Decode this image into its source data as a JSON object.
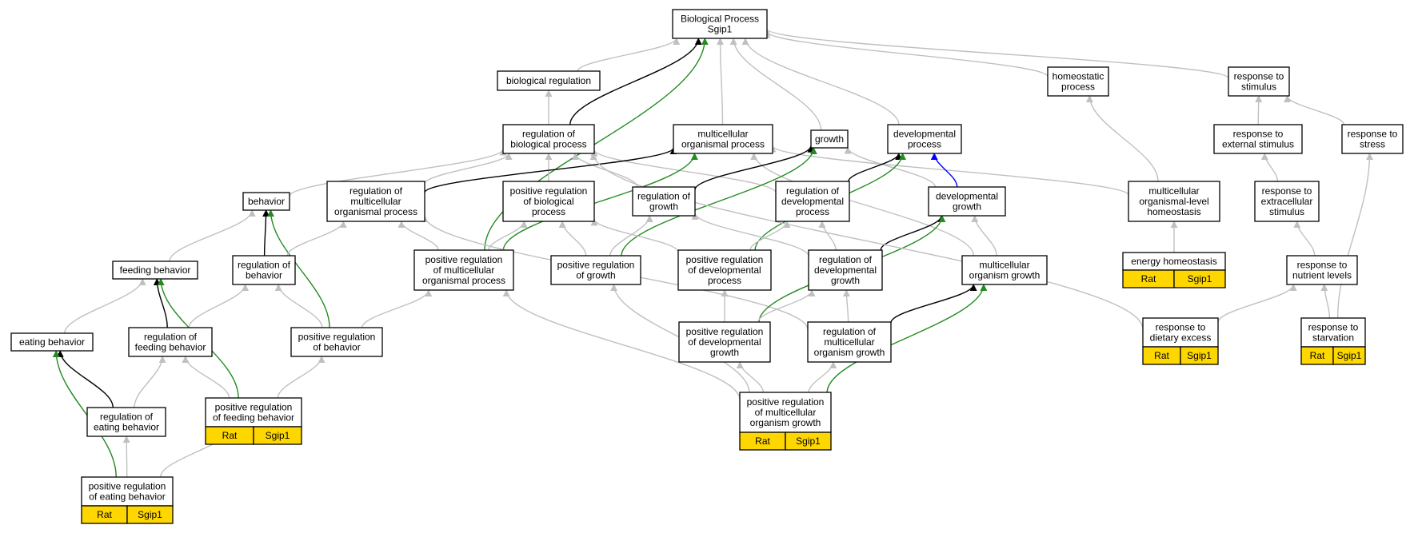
{
  "colors": {
    "grey": "#c0c0c0",
    "black": "#000000",
    "green": "#228b22",
    "blue": "#0000ff",
    "annotation_fill": "#ffd700"
  },
  "nodes": {
    "bp": {
      "lines": [
        "Biological Process",
        "Sgip1"
      ]
    },
    "br": {
      "lines": [
        "biological regulation"
      ]
    },
    "rbp": {
      "lines": [
        "regulation of",
        "biological process"
      ]
    },
    "mop": {
      "lines": [
        "multicellular",
        "organismal process"
      ]
    },
    "gro": {
      "lines": [
        "growth"
      ]
    },
    "dp": {
      "lines": [
        "developmental",
        "process"
      ]
    },
    "hp": {
      "lines": [
        "homeostatic",
        "process"
      ]
    },
    "rts": {
      "lines": [
        "response to",
        "stimulus"
      ]
    },
    "res": {
      "lines": [
        "response to",
        "external stimulus"
      ]
    },
    "rst": {
      "lines": [
        "response to",
        "stress"
      ]
    },
    "beh": {
      "lines": [
        "behavior"
      ]
    },
    "rmop": {
      "lines": [
        "regulation of",
        "multicellular",
        "organismal process"
      ]
    },
    "prbp": {
      "lines": [
        "positive regulation",
        "of biological",
        "process"
      ]
    },
    "rg": {
      "lines": [
        "regulation of",
        "growth"
      ]
    },
    "rdp": {
      "lines": [
        "regulation of",
        "developmental",
        "process"
      ]
    },
    "dg": {
      "lines": [
        "developmental",
        "growth"
      ]
    },
    "mlh": {
      "lines": [
        "multicellular",
        "organismal-level",
        "homeostasis"
      ]
    },
    "rexs": {
      "lines": [
        "response to",
        "extracellular",
        "stimulus"
      ]
    },
    "fb": {
      "lines": [
        "feeding behavior"
      ]
    },
    "rob": {
      "lines": [
        "regulation of",
        "behavior"
      ]
    },
    "prmop": {
      "lines": [
        "positive regulation",
        "of multicellular",
        "organismal process"
      ]
    },
    "prg": {
      "lines": [
        "positive regulation",
        "of growth"
      ]
    },
    "prdp": {
      "lines": [
        "positive regulation",
        "of developmental",
        "process"
      ]
    },
    "rdg": {
      "lines": [
        "regulation of",
        "developmental",
        "growth"
      ]
    },
    "mog": {
      "lines": [
        "multicellular",
        "organism growth"
      ]
    },
    "eh": {
      "lines": [
        "energy homeostasis"
      ],
      "annotation": [
        "Rat",
        "Sgip1"
      ]
    },
    "rnl": {
      "lines": [
        "response to",
        "nutrient levels"
      ]
    },
    "eb": {
      "lines": [
        "eating behavior"
      ]
    },
    "rfb": {
      "lines": [
        "regulation of",
        "feeding behavior"
      ]
    },
    "prb": {
      "lines": [
        "positive regulation",
        "of behavior"
      ]
    },
    "prdg": {
      "lines": [
        "positive regulation",
        "of developmental",
        "growth"
      ]
    },
    "rmog": {
      "lines": [
        "regulation of",
        "multicellular",
        "organism growth"
      ]
    },
    "rde": {
      "lines": [
        "response to",
        "dietary excess"
      ],
      "annotation": [
        "Rat",
        "Sgip1"
      ]
    },
    "rsv": {
      "lines": [
        "response to",
        "starvation"
      ],
      "annotation": [
        "Rat",
        "Sgip1"
      ]
    },
    "reb": {
      "lines": [
        "regulation of",
        "eating behavior"
      ]
    },
    "prfb": {
      "lines": [
        "positive regulation",
        "of feeding behavior"
      ],
      "annotation": [
        "Rat",
        "Sgip1"
      ]
    },
    "prmog": {
      "lines": [
        "positive regulation",
        "of multicellular",
        "organism growth"
      ],
      "annotation": [
        "Rat",
        "Sgip1"
      ]
    },
    "preb": {
      "lines": [
        "positive regulation",
        "of eating behavior"
      ],
      "annotation": [
        "Rat",
        "Sgip1"
      ]
    }
  },
  "edges": [
    {
      "from": "br",
      "to": "bp",
      "color": "grey"
    },
    {
      "from": "rbp",
      "to": "bp",
      "color": "black"
    },
    {
      "from": "mop",
      "to": "bp",
      "color": "grey"
    },
    {
      "from": "gro",
      "to": "bp",
      "color": "grey"
    },
    {
      "from": "dp",
      "to": "bp",
      "color": "grey"
    },
    {
      "from": "hp",
      "to": "bp",
      "color": "grey"
    },
    {
      "from": "rts",
      "to": "bp",
      "color": "grey"
    },
    {
      "from": "prmop",
      "to": "bp",
      "color": "green"
    },
    {
      "from": "rbp",
      "to": "br",
      "color": "grey"
    },
    {
      "from": "res",
      "to": "rts",
      "color": "grey"
    },
    {
      "from": "rst",
      "to": "rts",
      "color": "grey"
    },
    {
      "from": "beh",
      "to": "rbp",
      "color": "grey"
    },
    {
      "from": "rmop",
      "to": "rbp",
      "color": "grey"
    },
    {
      "from": "prbp",
      "to": "rbp",
      "color": "grey"
    },
    {
      "from": "rg",
      "to": "rbp",
      "color": "grey"
    },
    {
      "from": "rdp",
      "to": "rbp",
      "color": "grey"
    },
    {
      "from": "rmop",
      "to": "mop",
      "color": "black"
    },
    {
      "from": "prmop",
      "to": "mop",
      "color": "green"
    },
    {
      "from": "mlh",
      "to": "mop",
      "color": "grey"
    },
    {
      "from": "mog",
      "to": "mop",
      "color": "grey"
    },
    {
      "from": "rg",
      "to": "gro",
      "color": "black"
    },
    {
      "from": "prg",
      "to": "gro",
      "color": "green"
    },
    {
      "from": "dg",
      "to": "gro",
      "color": "grey"
    },
    {
      "from": "rdp",
      "to": "dp",
      "color": "black"
    },
    {
      "from": "prdp",
      "to": "dp",
      "color": "green"
    },
    {
      "from": "dg",
      "to": "dp",
      "color": "blue"
    },
    {
      "from": "mlh",
      "to": "hp",
      "color": "grey"
    },
    {
      "from": "rexs",
      "to": "res",
      "color": "grey"
    },
    {
      "from": "rsv",
      "to": "rst",
      "color": "grey"
    },
    {
      "from": "fb",
      "to": "beh",
      "color": "grey"
    },
    {
      "from": "rob",
      "to": "beh",
      "color": "black"
    },
    {
      "from": "prb",
      "to": "beh",
      "color": "green"
    },
    {
      "from": "rob",
      "to": "rmop",
      "color": "grey"
    },
    {
      "from": "prmop",
      "to": "rmop",
      "color": "grey"
    },
    {
      "from": "rmog",
      "to": "rmop",
      "color": "grey"
    },
    {
      "from": "prmop",
      "to": "prbp",
      "color": "grey"
    },
    {
      "from": "prg",
      "to": "prbp",
      "color": "grey"
    },
    {
      "from": "prdp",
      "to": "prbp",
      "color": "grey"
    },
    {
      "from": "prg",
      "to": "rg",
      "color": "grey"
    },
    {
      "from": "rdg",
      "to": "rg",
      "color": "grey"
    },
    {
      "from": "prdp",
      "to": "rdp",
      "color": "grey"
    },
    {
      "from": "rdg",
      "to": "rdp",
      "color": "grey"
    },
    {
      "from": "rdg",
      "to": "dg",
      "color": "black"
    },
    {
      "from": "prdg",
      "to": "dg",
      "color": "green"
    },
    {
      "from": "mog",
      "to": "dg",
      "color": "grey"
    },
    {
      "from": "eh",
      "to": "mlh",
      "color": "grey"
    },
    {
      "from": "rnl",
      "to": "rexs",
      "color": "grey"
    },
    {
      "from": "eb",
      "to": "fb",
      "color": "grey"
    },
    {
      "from": "rfb",
      "to": "fb",
      "color": "black"
    },
    {
      "from": "prfb",
      "to": "fb",
      "color": "green"
    },
    {
      "from": "rfb",
      "to": "rob",
      "color": "grey"
    },
    {
      "from": "prb",
      "to": "rob",
      "color": "grey"
    },
    {
      "from": "prb",
      "to": "prmop",
      "color": "grey"
    },
    {
      "from": "prmog",
      "to": "prmop",
      "color": "grey"
    },
    {
      "from": "prmog",
      "to": "prg",
      "color": "grey"
    },
    {
      "from": "prdg",
      "to": "prdp",
      "color": "grey"
    },
    {
      "from": "prdg",
      "to": "rdg",
      "color": "grey"
    },
    {
      "from": "rmog",
      "to": "rdg",
      "color": "grey"
    },
    {
      "from": "rmog",
      "to": "mog",
      "color": "black"
    },
    {
      "from": "prmog",
      "to": "mog",
      "color": "green"
    },
    {
      "from": "rde",
      "to": "rnl",
      "color": "grey"
    },
    {
      "from": "rsv",
      "to": "rnl",
      "color": "grey"
    },
    {
      "from": "rde",
      "to": "rbp",
      "color": "grey"
    },
    {
      "from": "reb",
      "to": "eb",
      "color": "black"
    },
    {
      "from": "preb",
      "to": "eb",
      "color": "green"
    },
    {
      "from": "reb",
      "to": "rfb",
      "color": "grey"
    },
    {
      "from": "prfb",
      "to": "rfb",
      "color": "grey"
    },
    {
      "from": "prfb",
      "to": "prb",
      "color": "grey"
    },
    {
      "from": "prmog",
      "to": "prdg",
      "color": "grey"
    },
    {
      "from": "prmog",
      "to": "rmog",
      "color": "grey"
    },
    {
      "from": "preb",
      "to": "reb",
      "color": "grey"
    },
    {
      "from": "preb",
      "to": "prfb",
      "color": "grey"
    }
  ]
}
